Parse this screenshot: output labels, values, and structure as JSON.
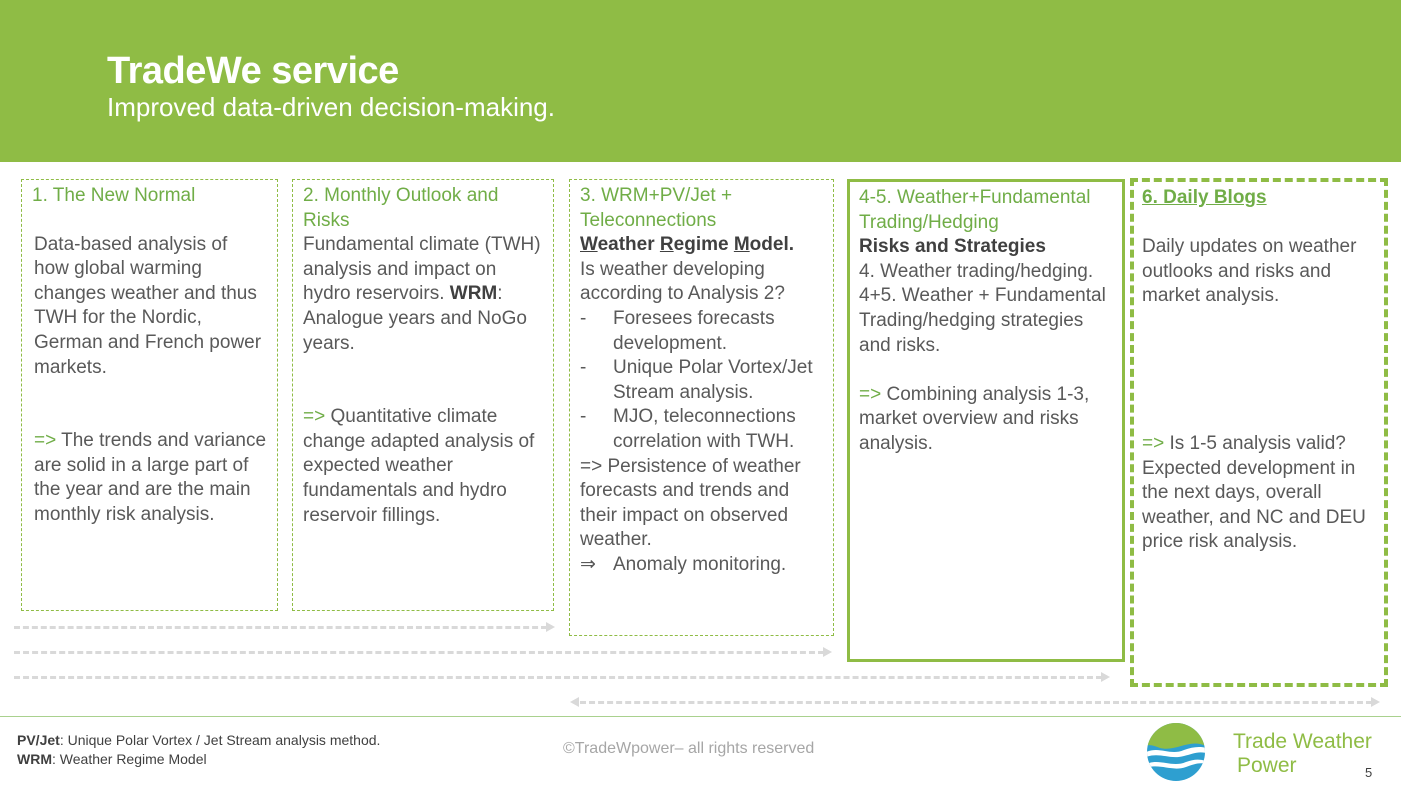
{
  "header": {
    "title": "TradeWe service",
    "subtitle": "Improved data-driven decision-making."
  },
  "box1": {
    "heading": "1. The New Normal",
    "para1": "Data-based analysis of how global warming changes weather and thus TWH for the Nordic, German and French power markets.",
    "para2_arrow": "=>",
    "para2": " The trends and variance are solid in a large part of the year and are the main monthly risk analysis."
  },
  "box2": {
    "heading": "2. Monthly Outlook and Risks",
    "para1_a": "Fundamental climate (TWH) analysis and impact on hydro reservoirs. ",
    "para1_wrm": "WRM",
    "para1_b": ": Analogue years and NoGo years.",
    "para2_arrow": "=>",
    "para2": " Quantitative climate change adapted analysis of expected weather fundamentals and hydro reservoir fillings."
  },
  "box3": {
    "heading": "3. WRM+PV/Jet + Teleconnections",
    "wrm_w": "W",
    "wrm_eather": "eather ",
    "wrm_r": "R",
    "wrm_egime": "egime ",
    "wrm_m": "M",
    "wrm_odel": "odel.",
    "question": "Is weather developing according to Analysis 2?",
    "bullet_marker": "-",
    "bullets": [
      "Foresees forecasts development.",
      " Unique Polar Vortex/Jet Stream analysis.",
      "MJO, teleconnections correlation with TWH."
    ],
    "persistence": "=> Persistence of weather forecasts and trends and their impact on observed weather.",
    "anomaly_marker": "⇒",
    "anomaly": "Anomaly monitoring."
  },
  "box4": {
    "heading": "4-5. Weather+Fundamental Trading/Hedging",
    "subheading": "Risks and Strategies",
    "line1": "4. Weather trading/hedging.",
    "line2": "4+5. Weather + Fundamental Trading/hedging strategies and risks.",
    "para2_arrow": "=>",
    "para2": " Combining analysis 1-3, market overview and risks analysis."
  },
  "box5": {
    "heading": "6. Daily Blogs",
    "para1": "Daily updates on weather outlooks and risks and market analysis.",
    "para2_arrow": "=>",
    "para2": " Is 1-5 analysis valid? Expected development in the next days, overall weather, and NC and DEU price risk analysis."
  },
  "footer": {
    "note1_label": "PV/Jet",
    "note1_text": ": Unique Polar Vortex / Jet Stream analysis method.",
    "note2_label": "WRM",
    "note2_text": ": Weather Regime Model",
    "copyright": "©TradeWpower– all rights reserved",
    "brand_line1": "Trade Weather",
    "brand_line2": "Power",
    "page_number": "5"
  },
  "colors": {
    "brand_green": "#8fbc45",
    "heading_green": "#70ad47",
    "arrow_grey": "#d9d9d9",
    "logo_blue": "#2e9fd0"
  }
}
